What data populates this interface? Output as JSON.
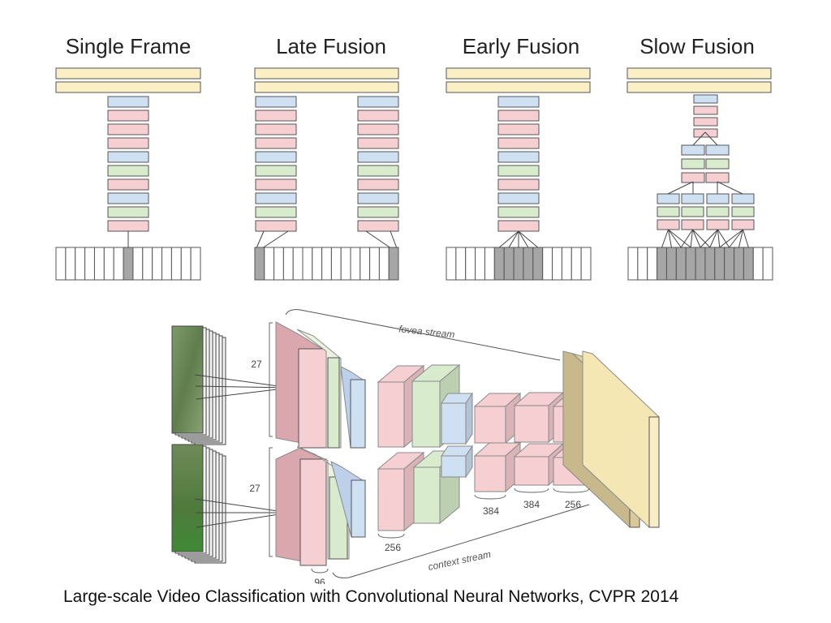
{
  "titles": [
    "Single Frame",
    "Late Fusion",
    "Early Fusion",
    "Slow Fusion"
  ],
  "labels": {
    "fovea": "fovea stream",
    "context": "context stream",
    "n27a": "27",
    "n27b": "27",
    "n96": "96",
    "n256": "256",
    "n384a": "384",
    "n384b": "384",
    "n256b": "256"
  },
  "caption": "Large-scale Video Classification with Convolutional Neural Networks, CVPR 2014",
  "colors": {
    "yellow": "#fbefc6",
    "blue": "#cfe0f3",
    "pink": "#f6cfd3",
    "green": "#d8eccd",
    "frame_shaded": "#a6a6a6",
    "outline": "#555555"
  }
}
